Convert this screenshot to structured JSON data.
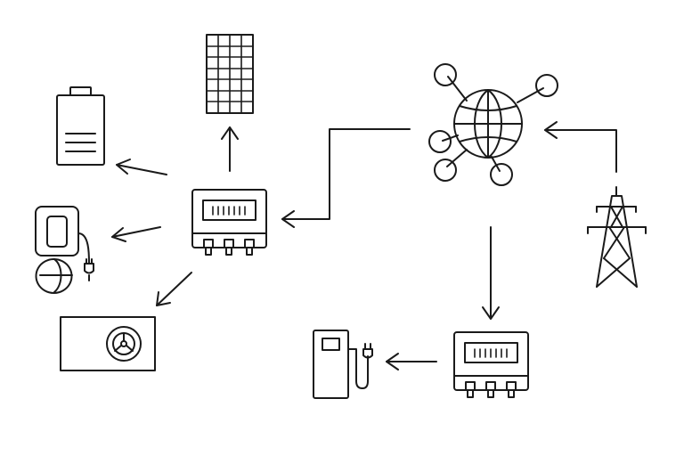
{
  "diagram": {
    "colors": {
      "accent": "#29c6f2",
      "line": "#1a1a1a",
      "background": "#ffffff"
    },
    "nodes": [
      {
        "id": "network",
        "icon": "globe-network-icon"
      },
      {
        "id": "pylon",
        "icon": "transmission-tower-icon"
      },
      {
        "id": "meter_main",
        "icon": "smart-meter-icon"
      },
      {
        "id": "meter_charger",
        "icon": "smart-meter-icon"
      },
      {
        "id": "solar",
        "icon": "solar-panel-icon"
      },
      {
        "id": "battery",
        "icon": "battery-icon"
      },
      {
        "id": "wallbox",
        "icon": "wall-charger-icon"
      },
      {
        "id": "heat_pump",
        "icon": "heat-pump-icon"
      },
      {
        "id": "ev_station",
        "icon": "ev-charging-station-icon"
      }
    ],
    "connections": [
      {
        "from": "pylon",
        "to": "network"
      },
      {
        "from": "network",
        "to": "meter_main"
      },
      {
        "from": "network",
        "to": "meter_charger"
      },
      {
        "from": "meter_main",
        "to": "solar"
      },
      {
        "from": "meter_main",
        "to": "battery"
      },
      {
        "from": "meter_main",
        "to": "wallbox"
      },
      {
        "from": "meter_main",
        "to": "heat_pump"
      },
      {
        "from": "meter_charger",
        "to": "ev_station"
      }
    ]
  }
}
